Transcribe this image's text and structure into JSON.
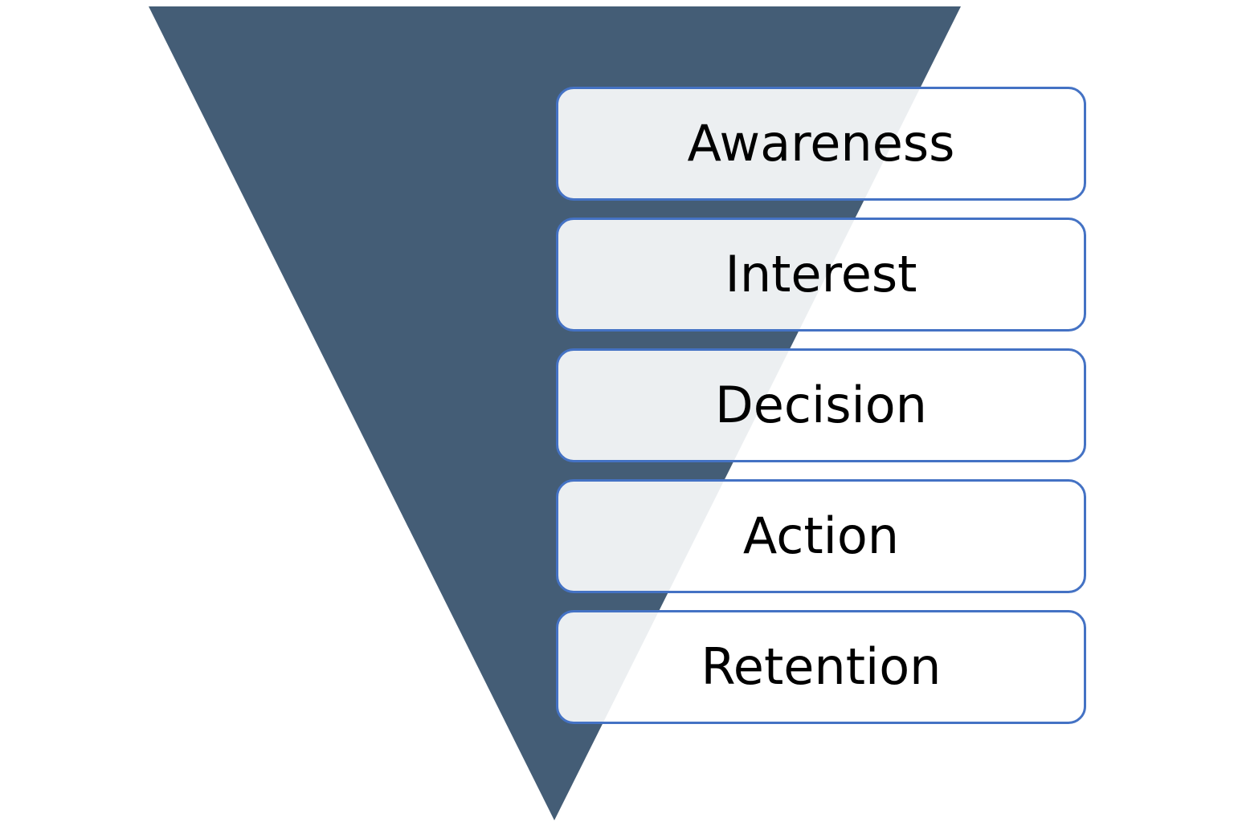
{
  "funnel": {
    "fill_color": "#445d76",
    "stage_border_color": "#4472c4",
    "stages": [
      {
        "label": "Awareness"
      },
      {
        "label": "Interest"
      },
      {
        "label": "Decision"
      },
      {
        "label": "Action"
      },
      {
        "label": "Retention"
      }
    ]
  }
}
